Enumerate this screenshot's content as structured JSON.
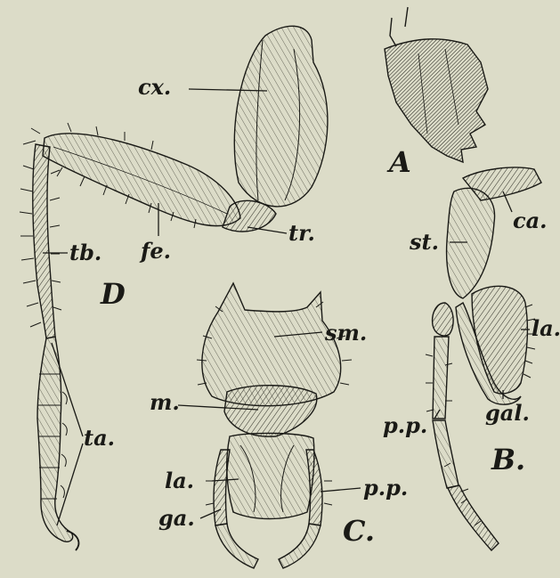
{
  "plate": {
    "background": "#dcdcc8",
    "ink": "#1a1a16"
  },
  "labels": {
    "A": "A",
    "B": "B.",
    "C": "C.",
    "D": "D",
    "cx": "cx.",
    "tr": "tr.",
    "fe": "fe.",
    "tb": "tb.",
    "ta": "ta.",
    "ca": "ca.",
    "st": "st.",
    "la_b": "la.",
    "pp_b": "p.p.",
    "gal": "gal.",
    "sm": "sm.",
    "m": "m.",
    "la_c": "la.",
    "ga": "ga.",
    "pp_c": "p.p."
  }
}
